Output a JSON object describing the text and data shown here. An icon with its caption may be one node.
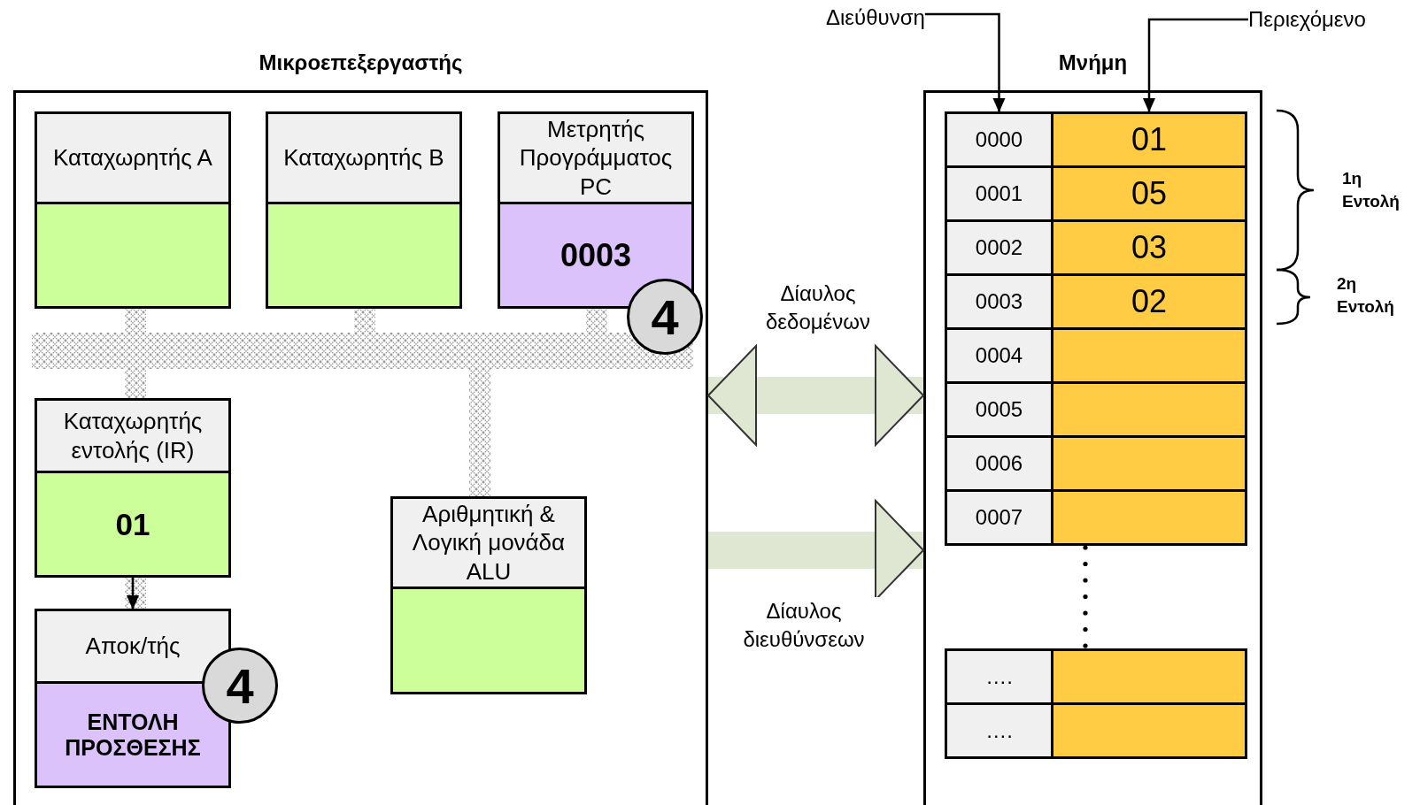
{
  "diagram": {
    "nodes": [
      {
        "text": [
          "Μικροεπεξεργαστής"
        ]
      },
      {
        "text": [
          "Καταχωρητής Α"
        ],
        "in": 0
      },
      {
        "text": [
          "Καταχωρητής Β"
        ],
        "in": 0
      },
      {
        "text": [
          "Μετρητής Προγράμματος PC",
          "0003"
        ],
        "in": 0
      },
      {
        "text": [
          "Καταχωρητής εντολής (IR)",
          "01"
        ],
        "in": 0
      },
      {
        "text": [
          "Αποκ/τής",
          "ΕΝΤΟΛΗ ΠΡΟΣΘΕΣΗΣ"
        ],
        "in": 0
      },
      {
        "text": [
          "Αριθμητική & Λογική μονάδα ALU"
        ],
        "in": 0
      },
      {
        "text": [
          "4"
        ],
        "in": 0
      },
      {
        "text": [
          "4"
        ],
        "in": 0
      },
      {
        "text": [
          "Μνήμη"
        ]
      },
      {
        "text": [
          "0000"
        ],
        "in": 9
      },
      {
        "text": [
          "01"
        ],
        "in": 9
      },
      {
        "text": [
          "0001"
        ],
        "in": 9
      },
      {
        "text": [
          "05"
        ],
        "in": 9
      },
      {
        "text": [
          "0002"
        ],
        "in": 9
      },
      {
        "text": [
          "03"
        ],
        "in": 9
      },
      {
        "text": [
          "0003"
        ],
        "in": 9
      },
      {
        "text": [
          "02"
        ],
        "in": 9
      },
      {
        "text": [
          "0004"
        ],
        "in": 9
      },
      {
        "text": [],
        "shape": "box",
        "in": 9
      },
      {
        "text": [
          "0005"
        ],
        "in": 9
      },
      {
        "text": [],
        "shape": "box",
        "in": 9
      },
      {
        "text": [
          "0006"
        ],
        "in": 9
      },
      {
        "text": [],
        "shape": "box",
        "in": 9
      },
      {
        "text": [
          "0007"
        ],
        "in": 9
      },
      {
        "text": [],
        "shape": "box",
        "in": 9
      },
      {
        "text": [
          "…."
        ],
        "in": 9
      },
      {
        "text": [],
        "shape": "box",
        "in": 9
      },
      {
        "text": [
          "…."
        ],
        "in": 9
      },
      {
        "text": [],
        "shape": "box",
        "in": 9
      },
      {
        "text": [
          "Διεύθυνση"
        ]
      },
      {
        "text": [
          "Περιεχόμενο"
        ]
      }
    ],
    "edges": [
      {
        "from": 4,
        "to": 5,
        "arrow": "to"
      },
      {
        "from": 0,
        "to": 9,
        "arrow": "both",
        "label": "Δίαυλος δεδομένων",
        "style": "thick",
        "color": "#dfe6d2"
      },
      {
        "from": 0,
        "to": 9,
        "arrow": "to",
        "label": "Δίαυλος διευθύνσεων",
        "style": "thick",
        "color": "#dfe6d2"
      },
      {
        "from": 30,
        "to": 10,
        "arrow": "to"
      },
      {
        "from": 31,
        "to": 11,
        "arrow": "to"
      }
    ],
    "labels": [
      "1η Εντολή",
      "2η Εντολή"
    ]
  }
}
